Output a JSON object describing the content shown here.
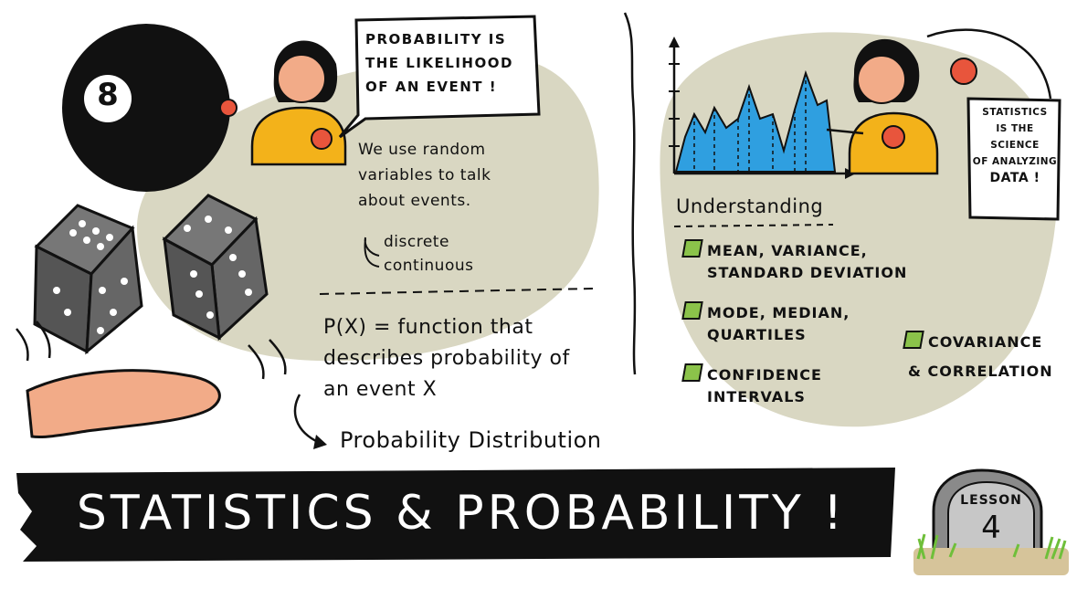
{
  "eight_ball": {
    "number": "8"
  },
  "probability": {
    "speech": [
      "PROBABILITY IS",
      "THE LIKELIHOOD",
      "OF AN EVENT !"
    ],
    "notes": [
      "We use random",
      "variables to talk",
      "about events."
    ],
    "types": [
      "discrete",
      "continuous"
    ],
    "formula_lines": [
      "P(X) = function that",
      "describes probability of",
      "an event X"
    ],
    "distribution": "Probability Distribution"
  },
  "statistics": {
    "speech": [
      "STATISTICS",
      "IS THE",
      "SCIENCE",
      "OF ANALYZING",
      "DATA !"
    ],
    "heading": "Understanding",
    "items": [
      [
        "MEAN, VARIANCE,",
        "STANDARD DEVIATION"
      ],
      [
        "MODE, MEDIAN,",
        "QUARTILES"
      ],
      [
        "CONFIDENCE",
        "INTERVALS"
      ]
    ],
    "item_right": [
      "COVARIANCE",
      "& CORRELATION"
    ]
  },
  "banner": {
    "title": "STATISTICS & PROBABILITY !"
  },
  "lesson": {
    "label": "LESSON",
    "number": "4"
  },
  "colors": {
    "blob": "#d9d7c2",
    "chart_fill": "#2f9fe0",
    "shirt": "#f3b21a",
    "skin": "#f2ab88",
    "glove": "#e8553c",
    "check": "#8bc34a",
    "dice": "#555555",
    "stone": "#8a8a8a",
    "grass": "#6fbf3a"
  }
}
